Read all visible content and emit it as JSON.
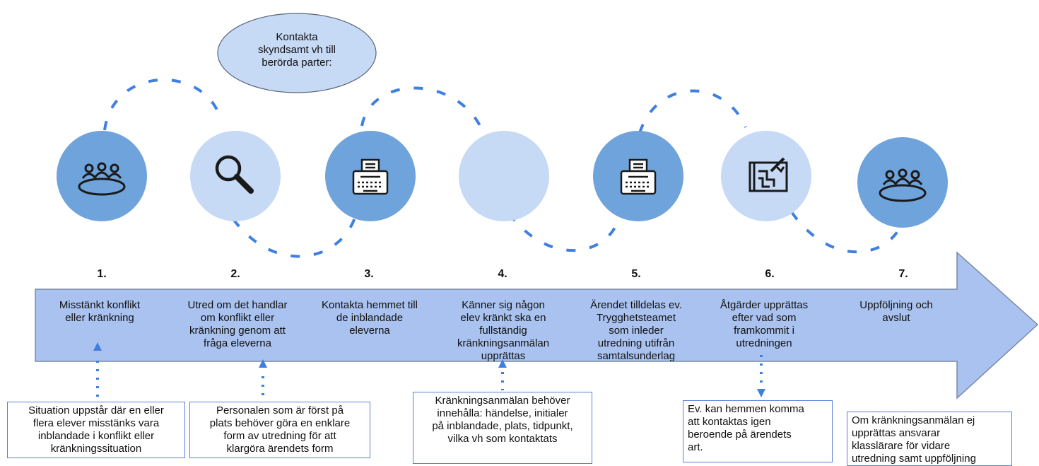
{
  "colors": {
    "arrow_fill": "#a9c2ef",
    "circle_dark": "#6fa3db",
    "circle_light": "#c6d9f5",
    "dash_blue": "#3f7fe0",
    "note_border": "#5b7fd4"
  },
  "bubble": {
    "text": [
      "Kontakta",
      "skyndsamt vh till",
      "berörda parter:"
    ]
  },
  "steps": [
    {
      "number": "1.",
      "icon": "meeting-table-icon",
      "lines": [
        "Misstänkt konflikt",
        "eller kränkning"
      ]
    },
    {
      "number": "2.",
      "icon": "magnifier-icon",
      "lines": [
        "Utred om det handlar",
        "om konflikt eller",
        "kränkning genom att",
        "fråga eleverna"
      ]
    },
    {
      "number": "3.",
      "icon": "typewriter-icon",
      "lines": [
        "Kontakta hemmet till",
        "de inblandade",
        "eleverna"
      ]
    },
    {
      "number": "4.",
      "icon": "",
      "lines": [
        "Känner sig någon",
        "elev kränkt ska en",
        "fullständig",
        "kränkningsanmälan",
        "upprättas"
      ]
    },
    {
      "number": "5.",
      "icon": "typewriter-icon",
      "lines": [
        "Ärendet tilldelas ev.",
        "Trygghetsteamet",
        "som inleder",
        "utredning utifrån",
        "samtalsunderlag"
      ]
    },
    {
      "number": "6.",
      "icon": "blueprint-icon",
      "lines": [
        "Åtgärder upprättas",
        "efter vad som",
        "framkommit i",
        "utredningen"
      ]
    },
    {
      "number": "7.",
      "icon": "meeting-table-icon",
      "lines": [
        "Uppföljning och",
        "avslut"
      ]
    }
  ],
  "notes": [
    {
      "lines": [
        "Situation uppstår där en eller",
        "flera elever misstänks vara",
        "inblandade i konflikt eller",
        "kränkningssituation"
      ]
    },
    {
      "lines": [
        "Personalen som är först på",
        "plats behöver göra en enklare",
        "form av utredning för att",
        "klargöra ärendets form"
      ]
    },
    {
      "lines": [
        "Kränkningsanmälan behöver",
        "innehålla: händelse, initialer",
        "på inblandade, plats, tidpunkt,",
        "vilka vh som kontaktats"
      ]
    },
    {
      "lines": [
        "Ev. kan hemmen komma",
        "att kontaktas igen",
        "beroende på ärendets",
        "art."
      ]
    },
    {
      "lines": [
        "Om kränkningsanmälan ej",
        "upprättas ansvarar",
        "klasslärare för vidare",
        "utredning samt uppföljning"
      ]
    }
  ]
}
